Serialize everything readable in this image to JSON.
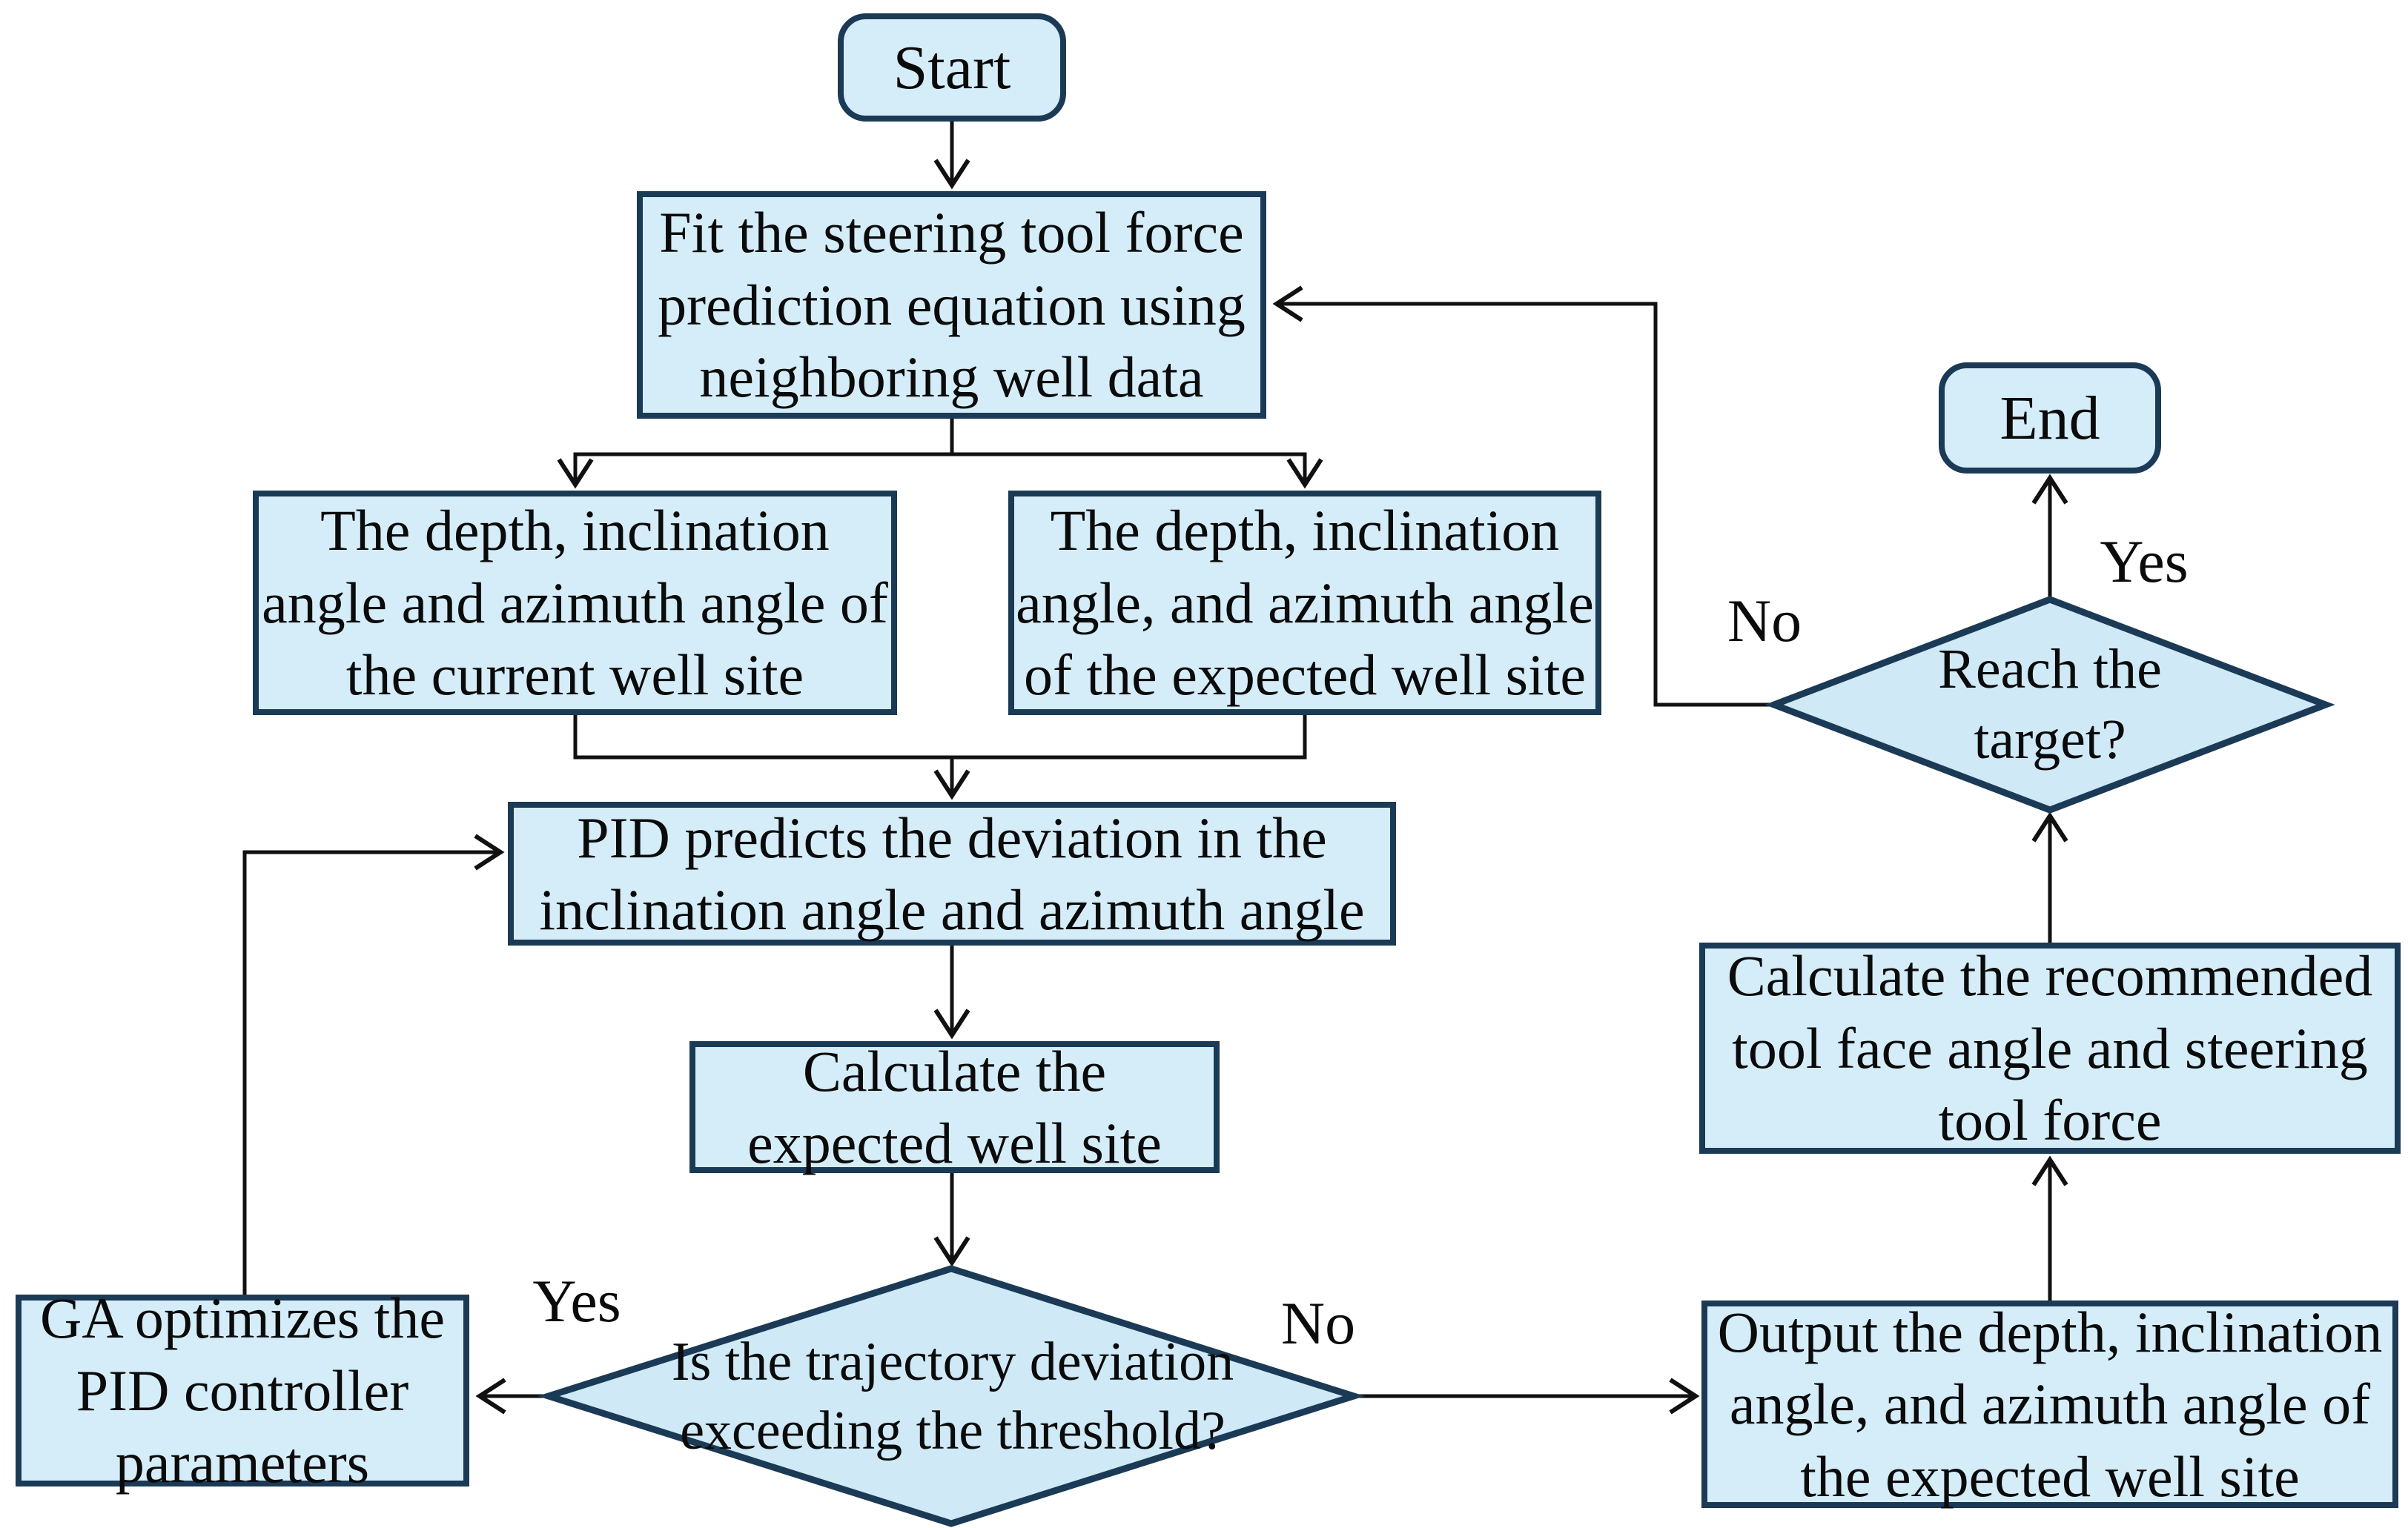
{
  "title": "Well trajectory steering control flowchart",
  "theme": {
    "node_fill": "#d5edf9",
    "diamond_fill": "#cfe9f7",
    "border_color": "#1b3a55",
    "line_color": "#111111",
    "text_color": "#0b0b0b",
    "background": "#ffffff"
  },
  "nodes": {
    "start": {
      "label": "Start"
    },
    "fit": {
      "label": "Fit the steering tool force\nprediction equation using\nneighboring well data"
    },
    "current_site": {
      "label": "The depth, inclination\nangle and azimuth angle of\nthe current well site"
    },
    "expected_site": {
      "label": "The depth, inclination\nangle, and azimuth angle\nof the expected well site"
    },
    "pid": {
      "label": "PID predicts the deviation in the\ninclination angle and azimuth angle"
    },
    "calc_expected": {
      "label": "Calculate the\nexpected well site"
    },
    "deviation_decision": {
      "label": "Is the trajectory deviation\nexceeding the threshold?"
    },
    "ga": {
      "label": "GA optimizes the\nPID controller\nparameters"
    },
    "output": {
      "label": "Output the depth, inclination\nangle, and azimuth angle of\nthe expected well site"
    },
    "calc_recommended": {
      "label": "Calculate the recommended\ntool face angle and steering\ntool force"
    },
    "target_decision": {
      "label": "Reach the\ntarget?"
    },
    "end": {
      "label": "End"
    }
  },
  "edge_labels": {
    "deviation_yes": "Yes",
    "deviation_no": "No",
    "target_yes": "Yes",
    "target_no": "No"
  }
}
